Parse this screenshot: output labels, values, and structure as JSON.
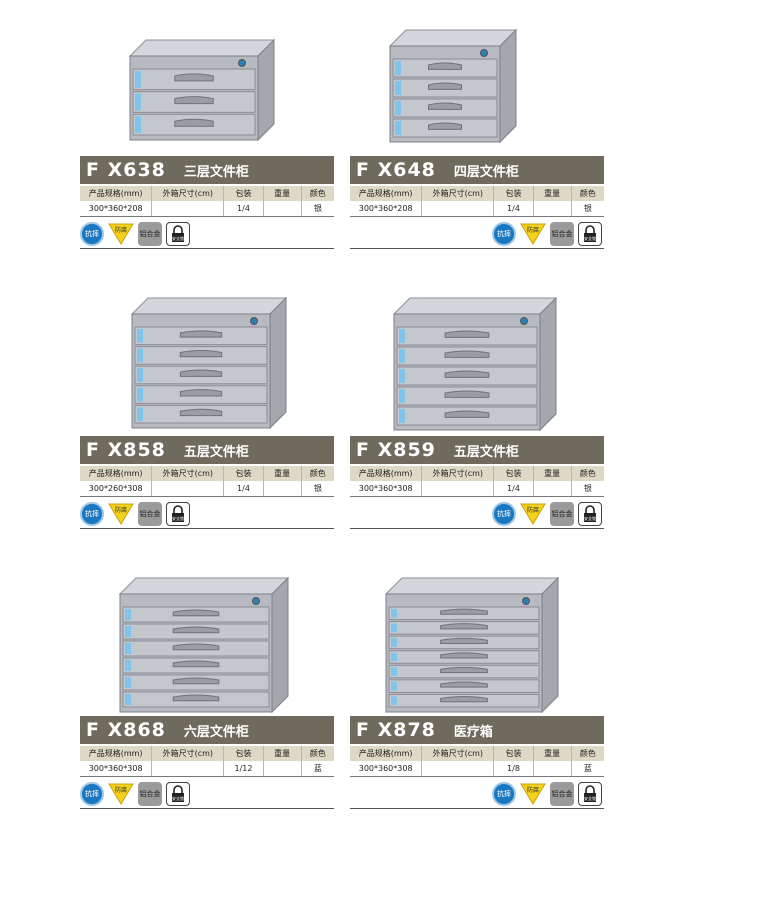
{
  "spec_header": {
    "size": "产品规格(mm)",
    "outer": "外箱尺寸(cm)",
    "pack": "包装",
    "weight": "重量",
    "color": "颜色"
  },
  "badges": {
    "anti": "抗摔",
    "fang": "防腐",
    "alu": "铝合金",
    "lock": "安全锁"
  },
  "products": [
    {
      "model": "F X638",
      "name": "三层文件柜",
      "size": "300*360*208",
      "outer": "",
      "pack": "1/4",
      "weight": "",
      "color": "银",
      "drawers": 3
    },
    {
      "model": "F X648",
      "name": "四层文件柜",
      "size": "300*360*208",
      "outer": "",
      "pack": "1/4",
      "weight": "",
      "color": "银",
      "drawers": 4
    },
    {
      "model": "F X858",
      "name": "五层文件柜",
      "size": "300*260*308",
      "outer": "",
      "pack": "1/4",
      "weight": "",
      "color": "银",
      "drawers": 5
    },
    {
      "model": "F X859",
      "name": "五层文件柜",
      "size": "300*360*308",
      "outer": "",
      "pack": "1/4",
      "weight": "",
      "color": "银",
      "drawers": 5
    },
    {
      "model": "F X868",
      "name": "六层文件柜",
      "size": "300*360*308",
      "outer": "",
      "pack": "1/12",
      "weight": "",
      "color": "蓝",
      "drawers": 6
    },
    {
      "model": "F X878",
      "name": "医疗箱",
      "size": "300*360*308",
      "outer": "",
      "pack": "1/8",
      "weight": "",
      "color": "蓝",
      "drawers": 7
    }
  ],
  "colors": {
    "title_bar": "#6e6b5e",
    "header_row": "#ddd9c6",
    "cabinet_body": "#b7bac0",
    "badge_blue": "#1a78c2",
    "badge_yellow": "#f3d21a"
  }
}
